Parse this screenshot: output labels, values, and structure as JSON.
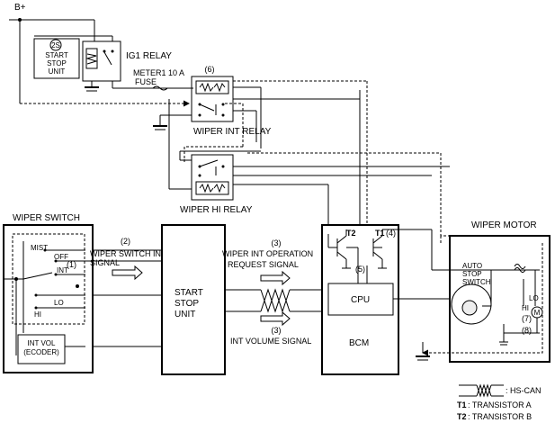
{
  "supply": {
    "label": "B+"
  },
  "start_stop_unit_top": {
    "label_lines": [
      "START",
      "STOP",
      "UNIT"
    ],
    "fuse_symbol": "2S"
  },
  "ig1_relay": {
    "label": "IG1 RELAY"
  },
  "fuse": {
    "label_lines": [
      "METER1 10 A",
      "FUSE"
    ]
  },
  "wiper_int_relay": {
    "label": "WIPER INT RELAY",
    "number": "(6)"
  },
  "wiper_hi_relay": {
    "label": "WIPER HI RELAY"
  },
  "wiper_switch": {
    "title": "WIPER SWITCH",
    "positions": [
      "MIST",
      "OFF",
      "INT",
      "LO",
      "HI"
    ],
    "number": "(1)",
    "int_vol_lines": [
      "INT VOL",
      "(ECODER)"
    ]
  },
  "signal_2": {
    "number": "(2)",
    "lines": [
      "WIPER SWITCH INT",
      "SIGNAL"
    ]
  },
  "start_stop_unit_main": {
    "label_lines": [
      "START",
      "STOP",
      "UNIT"
    ]
  },
  "signal_3a": {
    "number": "(3)",
    "lines": [
      "WIPER INT OPERATION",
      "REQUEST SIGNAL"
    ]
  },
  "signal_3b": {
    "number": "(3)",
    "label": "INT VOLUME SIGNAL"
  },
  "bcm": {
    "label": "BCM",
    "cpu": "CPU",
    "t2": "T2",
    "t1": "T1",
    "n4": "(4)",
    "n5": "(5)"
  },
  "wiper_motor": {
    "title": "WIPER MOTOR",
    "auto_stop_lines": [
      "AUTO",
      "STOP",
      "SWITCH"
    ],
    "lo": "LO",
    "hi": "HI",
    "motor": "M",
    "n7": "(7)",
    "n8": "(8)"
  },
  "legend": {
    "hs_can": ": HS-CAN",
    "t1_key": "T1",
    "t1_text": ": TRANSISTOR A",
    "t2_key": "T2",
    "t2_text": ": TRANSISTOR B"
  }
}
